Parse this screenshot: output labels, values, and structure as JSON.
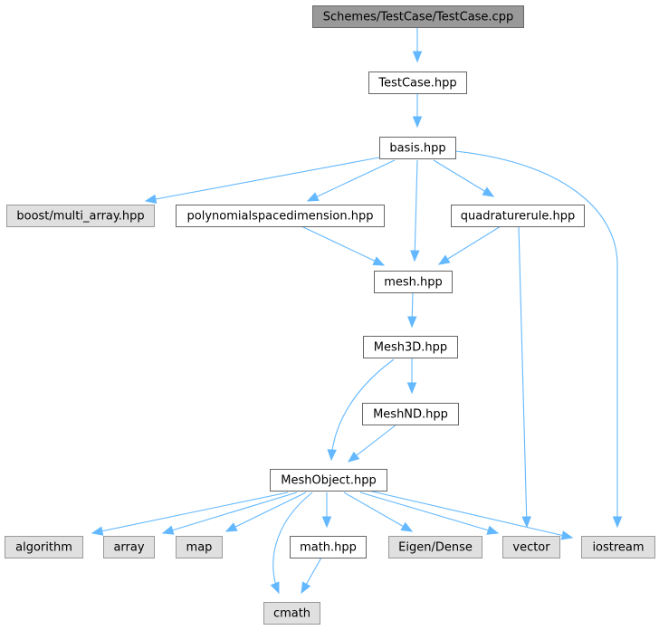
{
  "diagram": {
    "type": "include-dependency-graph",
    "nodes": [
      {
        "id": "testcase_cpp",
        "label": "Schemes/TestCase/TestCase.cpp",
        "kind": "root"
      },
      {
        "id": "testcase_hpp",
        "label": "TestCase.hpp",
        "kind": "local"
      },
      {
        "id": "basis_hpp",
        "label": "basis.hpp",
        "kind": "local"
      },
      {
        "id": "boost_multi_array",
        "label": "boost/multi_array.hpp",
        "kind": "system"
      },
      {
        "id": "polyspacedim_hpp",
        "label": "polynomialspacedimension.hpp",
        "kind": "local"
      },
      {
        "id": "quadraturerule_hpp",
        "label": "quadraturerule.hpp",
        "kind": "local"
      },
      {
        "id": "mesh_hpp",
        "label": "mesh.hpp",
        "kind": "local"
      },
      {
        "id": "mesh3d_hpp",
        "label": "Mesh3D.hpp",
        "kind": "local"
      },
      {
        "id": "meshnd_hpp",
        "label": "MeshND.hpp",
        "kind": "local"
      },
      {
        "id": "meshobject_hpp",
        "label": "MeshObject.hpp",
        "kind": "local"
      },
      {
        "id": "algorithm",
        "label": "algorithm",
        "kind": "system"
      },
      {
        "id": "array",
        "label": "array",
        "kind": "system"
      },
      {
        "id": "map",
        "label": "map",
        "kind": "system"
      },
      {
        "id": "math_hpp",
        "label": "math.hpp",
        "kind": "local"
      },
      {
        "id": "eigen_dense",
        "label": "Eigen/Dense",
        "kind": "system"
      },
      {
        "id": "vector",
        "label": "vector",
        "kind": "system"
      },
      {
        "id": "iostream",
        "label": "iostream",
        "kind": "system"
      },
      {
        "id": "cmath",
        "label": "cmath",
        "kind": "system"
      }
    ],
    "edges": [
      {
        "from": "testcase_cpp",
        "to": "testcase_hpp"
      },
      {
        "from": "testcase_hpp",
        "to": "basis_hpp"
      },
      {
        "from": "basis_hpp",
        "to": "boost_multi_array"
      },
      {
        "from": "basis_hpp",
        "to": "polyspacedim_hpp"
      },
      {
        "from": "basis_hpp",
        "to": "mesh_hpp"
      },
      {
        "from": "basis_hpp",
        "to": "quadraturerule_hpp"
      },
      {
        "from": "basis_hpp",
        "to": "iostream"
      },
      {
        "from": "polyspacedim_hpp",
        "to": "mesh_hpp"
      },
      {
        "from": "quadraturerule_hpp",
        "to": "mesh_hpp"
      },
      {
        "from": "quadraturerule_hpp",
        "to": "vector"
      },
      {
        "from": "mesh_hpp",
        "to": "mesh3d_hpp"
      },
      {
        "from": "mesh3d_hpp",
        "to": "meshnd_hpp"
      },
      {
        "from": "mesh3d_hpp",
        "to": "meshobject_hpp"
      },
      {
        "from": "meshnd_hpp",
        "to": "meshobject_hpp"
      },
      {
        "from": "meshobject_hpp",
        "to": "algorithm"
      },
      {
        "from": "meshobject_hpp",
        "to": "array"
      },
      {
        "from": "meshobject_hpp",
        "to": "map"
      },
      {
        "from": "meshobject_hpp",
        "to": "cmath"
      },
      {
        "from": "meshobject_hpp",
        "to": "math_hpp"
      },
      {
        "from": "meshobject_hpp",
        "to": "eigen_dense"
      },
      {
        "from": "meshobject_hpp",
        "to": "vector"
      },
      {
        "from": "meshobject_hpp",
        "to": "iostream"
      },
      {
        "from": "math_hpp",
        "to": "cmath"
      }
    ],
    "colors": {
      "edge": "#63b8ff",
      "root_fill": "#999999",
      "local_fill": "#ffffff",
      "system_fill": "#e0e0e0",
      "border_dark": "#666666",
      "border_light": "#999999"
    }
  }
}
